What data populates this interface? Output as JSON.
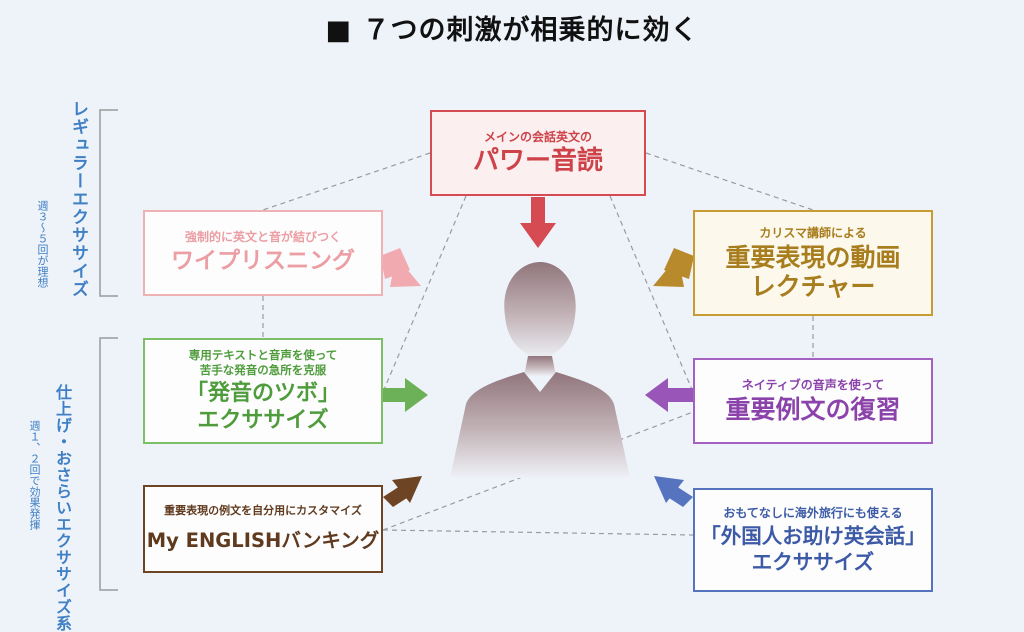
{
  "title": "■ ７つの刺激が相乗的に効く",
  "center": {
    "icon": "person-silhouette-icon"
  },
  "groups": {
    "regular": {
      "label": "レギュラーエクササイズ",
      "frequency": "週３〜５回が理想"
    },
    "finishing": {
      "label": "仕上げ・おさらいエクササイズ系",
      "frequency": "週１、２回で効果発揮"
    }
  },
  "boxes": {
    "power_reading": {
      "subtitle": "メインの会話英文の",
      "title": "パワー音読",
      "color": "#d64b51"
    },
    "whispering": {
      "subtitle": "強制的に英文と音が結びつく",
      "title": "ワイプリスニング",
      "color": "#f0b1b5"
    },
    "video_lecture": {
      "subtitle": "カリスマ講師による",
      "title_line1": "重要表現の動画",
      "title_line2": "レクチャー",
      "color": "#c89c33"
    },
    "pronunciation": {
      "subtitle_line1": "専用テキストと音声を使って",
      "subtitle_line2": "苦手な発音の急所を克服",
      "title_line1": "「発音のツボ」",
      "title_line2": "エクササイズ",
      "color": "#7cbf67"
    },
    "review": {
      "subtitle": "ネイティブの音声を使って",
      "title": "重要例文の復習",
      "color": "#a361c1"
    },
    "banking": {
      "subtitle": "重要表現の例文を自分用にカスタマイズ",
      "title": "My ENGLISHバンキング",
      "color": "#6d4424"
    },
    "phrases": {
      "subtitle": "おもてなしに海外旅行にも使える",
      "title_line1": "「外国人お助け英会話」",
      "title_line2": "エクササイズ",
      "color": "#5573bf"
    }
  }
}
